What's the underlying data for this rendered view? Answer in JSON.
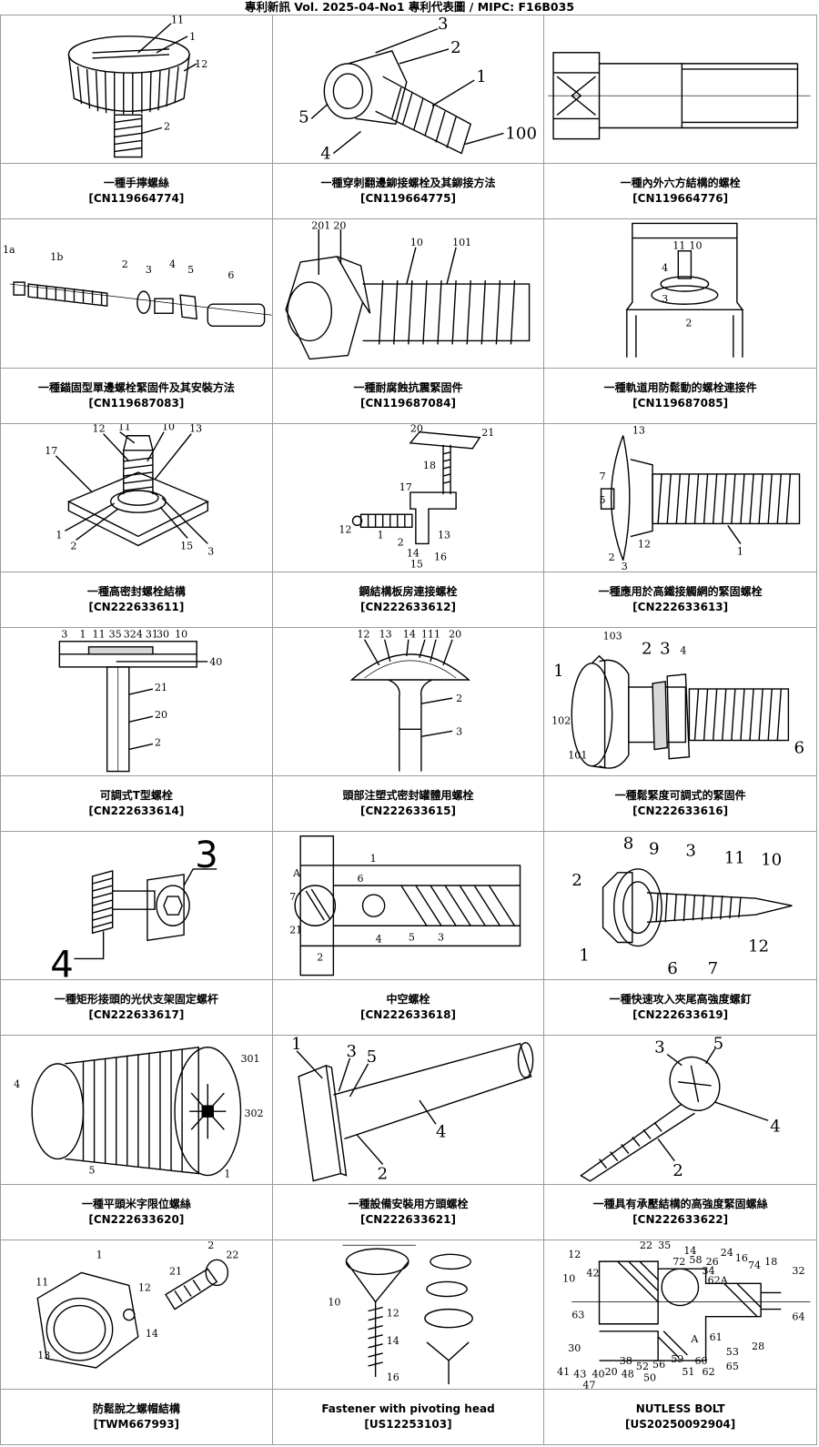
{
  "header": "專利新訊  Vol. 2025-04-No1  專利代表圖  /  MIPC:  F16B035",
  "patents": [
    {
      "title": "一種手擰螺絲",
      "number": "[CN119664774]",
      "icon": "knurled-thumb-screw",
      "labels": [
        "11",
        "1",
        "12",
        "2"
      ]
    },
    {
      "title": "一種穿刺翻邊鉚接螺栓及其鉚接方法",
      "number": "[CN119664775]",
      "icon": "flanged-rivet-bolt",
      "labels": [
        "3",
        "2",
        "1",
        "5",
        "4",
        "100"
      ]
    },
    {
      "title": "一種內外六方結構的螺栓",
      "number": "[CN119664776]",
      "icon": "hex-socket-bolt",
      "labels": []
    },
    {
      "title": "一種錨固型單邊螺栓緊固件及其安裝方法",
      "number": "[CN119687083]",
      "icon": "anchor-bolt-exploded",
      "labels": [
        "1a",
        "1b",
        "2",
        "3",
        "4",
        "5",
        "6"
      ]
    },
    {
      "title": "一種耐腐蝕抗震緊固件",
      "number": "[CN119687084]",
      "icon": "flange-hex-bolt",
      "labels": [
        "201",
        "20",
        "10",
        "101"
      ]
    },
    {
      "title": "一種軌道用防鬆動的螺栓連接件",
      "number": "[CN119687085]",
      "icon": "rail-bolt-connector",
      "labels": [
        "11",
        "10",
        "4",
        "2",
        "3"
      ]
    },
    {
      "title": "一種高密封螺栓結構",
      "number": "[CN222633611]",
      "icon": "sealed-bolt-plate",
      "labels": [
        "12",
        "11",
        "10",
        "13",
        "17",
        "1",
        "2",
        "15",
        "3"
      ]
    },
    {
      "title": "鋼結構板房連接螺栓",
      "number": "[CN222633612]",
      "icon": "steel-frame-bolt",
      "labels": [
        "20",
        "21",
        "18",
        "17",
        "12",
        "1",
        "2",
        "13",
        "14",
        "16",
        "15"
      ]
    },
    {
      "title": "一種應用於高鐵接觸網的緊固螺栓",
      "number": "[CN222633613]",
      "icon": "catenary-bolt",
      "labels": [
        "13",
        "7",
        "5",
        "12",
        "1",
        "2",
        "3"
      ]
    },
    {
      "title": "可調式T型螺栓",
      "number": "[CN222633614]",
      "icon": "t-bolt-section",
      "labels": [
        "3",
        "1",
        "11",
        "35",
        "32",
        "4",
        "31",
        "30",
        "10",
        "40",
        "21",
        "20",
        "2"
      ]
    },
    {
      "title": "頭部注塑式密封罐體用螺栓",
      "number": "[CN222633615]",
      "icon": "dome-head-bolt",
      "labels": [
        "12",
        "13",
        "14",
        "11",
        "1",
        "20",
        "2",
        "3"
      ]
    },
    {
      "title": "一種鬆緊度可調式的緊固件",
      "number": "[CN222633616]",
      "icon": "adjustable-fastener",
      "labels": [
        "103",
        "2",
        "3",
        "4",
        "1",
        "102",
        "101",
        "6"
      ]
    },
    {
      "title": "一種矩形接頭的光伏支架固定螺杆",
      "number": "[CN222633617]",
      "icon": "pv-bracket-screw",
      "labels": [
        "3",
        "4"
      ]
    },
    {
      "title": "中空螺栓",
      "number": "[CN222633618]",
      "icon": "hollow-bolt-section",
      "labels": [
        "1",
        "6",
        "A",
        "7",
        "21",
        "4",
        "5",
        "3",
        "2"
      ]
    },
    {
      "title": "一種快速攻入夾尾高強度螺釘",
      "number": "[CN222633619]",
      "icon": "self-drilling-screw",
      "labels": [
        "8",
        "9",
        "3",
        "11",
        "10",
        "2",
        "1",
        "6",
        "7",
        "12"
      ]
    },
    {
      "title": "一種平頭米字限位螺絲",
      "number": "[CN222633620]",
      "icon": "flat-head-cross-screw",
      "labels": [
        "4",
        "301",
        "302",
        "5",
        "1"
      ]
    },
    {
      "title": "一種設備安裝用方頭螺栓",
      "number": "[CN222633621]",
      "icon": "square-head-bolt",
      "labels": [
        "1",
        "3",
        "5",
        "4",
        "2"
      ]
    },
    {
      "title": "一種具有承壓結構的高強度緊固螺絲",
      "number": "[CN222633622]",
      "icon": "cross-head-screw",
      "labels": [
        "3",
        "5",
        "4",
        "2"
      ]
    },
    {
      "title": "防鬆脫之螺帽結構",
      "number": "[TWM667993]",
      "icon": "lock-nut-set-screw",
      "labels": [
        "1",
        "11",
        "13",
        "12",
        "14",
        "2",
        "21",
        "22"
      ]
    },
    {
      "title": "Fastener with pivoting head",
      "number": "[US12253103]",
      "icon": "pivoting-head-fastener",
      "labels": [
        "10",
        "12",
        "14",
        "16"
      ]
    },
    {
      "title": "NUTLESS BOLT",
      "number": "[US20250092904]",
      "icon": "nutless-bolt-section",
      "labels": [
        "12",
        "22",
        "35",
        "14",
        "10",
        "42",
        "72",
        "58",
        "26",
        "34",
        "24",
        "16",
        "74",
        "18",
        "32",
        "62A",
        "63",
        "64",
        "30",
        "41",
        "43",
        "40",
        "47",
        "20",
        "38",
        "48",
        "52",
        "50",
        "56",
        "59",
        "51",
        "60",
        "62",
        "53",
        "65",
        "28",
        "61",
        "A"
      ]
    }
  ],
  "colors": {
    "border": "#9a9a9a",
    "text": "#000000",
    "background": "#ffffff"
  }
}
